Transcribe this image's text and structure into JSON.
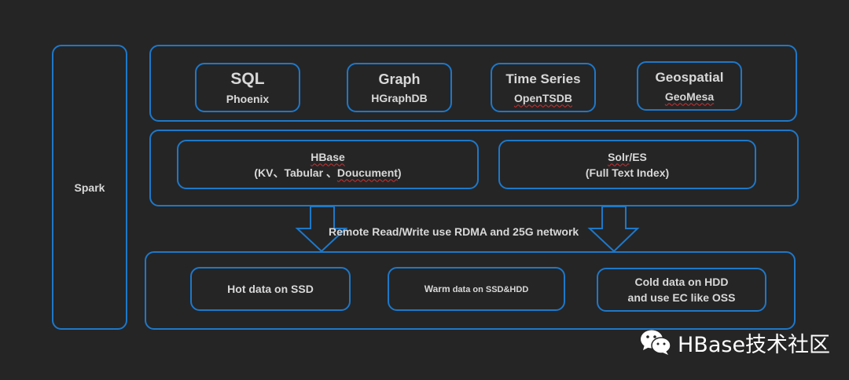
{
  "spark": {
    "label": "Spark"
  },
  "engines": [
    {
      "title": "SQL",
      "subtitle": "Phoenix"
    },
    {
      "title": "Graph",
      "subtitle": "HGraphDB"
    },
    {
      "title": "Time Series",
      "subtitle": "OpenTSDB"
    },
    {
      "title": "Geospatial",
      "subtitle": "GeoMesa"
    }
  ],
  "storage": {
    "hbase": {
      "name": "HBase",
      "detail_prefix": "(KV、Tabular 、",
      "detail_word": "Doucument",
      "detail_suffix": ")"
    },
    "solr": {
      "name_a": "Solr",
      "name_b": "/ES",
      "detail": "(Full Text Index)"
    }
  },
  "network": {
    "label": "Remote Read/Write  use RDMA and 25G network"
  },
  "tiers": {
    "hot": "Hot data on SSD",
    "warm_a": "Warm",
    "warm_b": " data on SSD&HDD",
    "cold_line1": "Cold data on HDD",
    "cold_line2": "and use EC like OSS"
  },
  "watermark": {
    "text": "HBase技术社区",
    "icon": "wechat-icon"
  },
  "colors": {
    "background": "#252526",
    "border": "#1e78c8",
    "text": "#d8d8d8"
  }
}
